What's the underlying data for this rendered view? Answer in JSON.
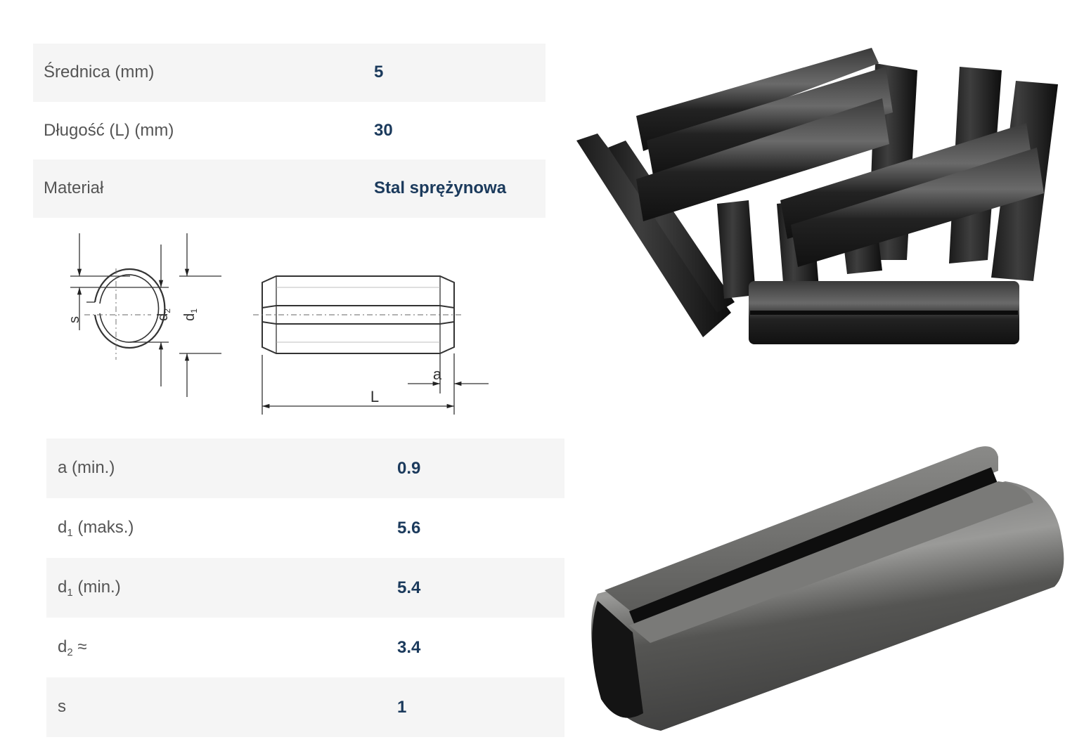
{
  "top_table": {
    "rows": [
      {
        "label": "Średnica (mm)",
        "value": "5"
      },
      {
        "label": "Długość (L) (mm)",
        "value": "30"
      },
      {
        "label": "Materiał",
        "value": "Stal sprężynowa"
      }
    ]
  },
  "diagram": {
    "labels": {
      "s": "s",
      "d2": "d",
      "d2_sub": "2",
      "d1": "d",
      "d1_sub": "1",
      "a": "a",
      "L": "L"
    }
  },
  "bottom_table": {
    "rows": [
      {
        "label": "a (min.)",
        "label_main": "a (min.)",
        "label_sub": "",
        "label_rest": "",
        "value": "0.9"
      },
      {
        "label": "d1 (maks.)",
        "label_main": "d",
        "label_sub": "1",
        "label_rest": " (maks.)",
        "value": "5.6"
      },
      {
        "label": "d1 (min.)",
        "label_main": "d",
        "label_sub": "1",
        "label_rest": " (min.)",
        "value": "5.4"
      },
      {
        "label": "d2 ≈",
        "label_main": "d",
        "label_sub": "2",
        "label_rest": " ≈",
        "value": "3.4"
      },
      {
        "label": "s",
        "label_main": "s",
        "label_sub": "",
        "label_rest": "",
        "value": "1"
      }
    ]
  },
  "colors": {
    "row_shade": "#f5f5f5",
    "label": "#555555",
    "value": "#1b3a5c"
  },
  "photos": [
    {
      "name": "spring-pins-group-photo"
    },
    {
      "name": "single-spring-pin-photo"
    }
  ]
}
